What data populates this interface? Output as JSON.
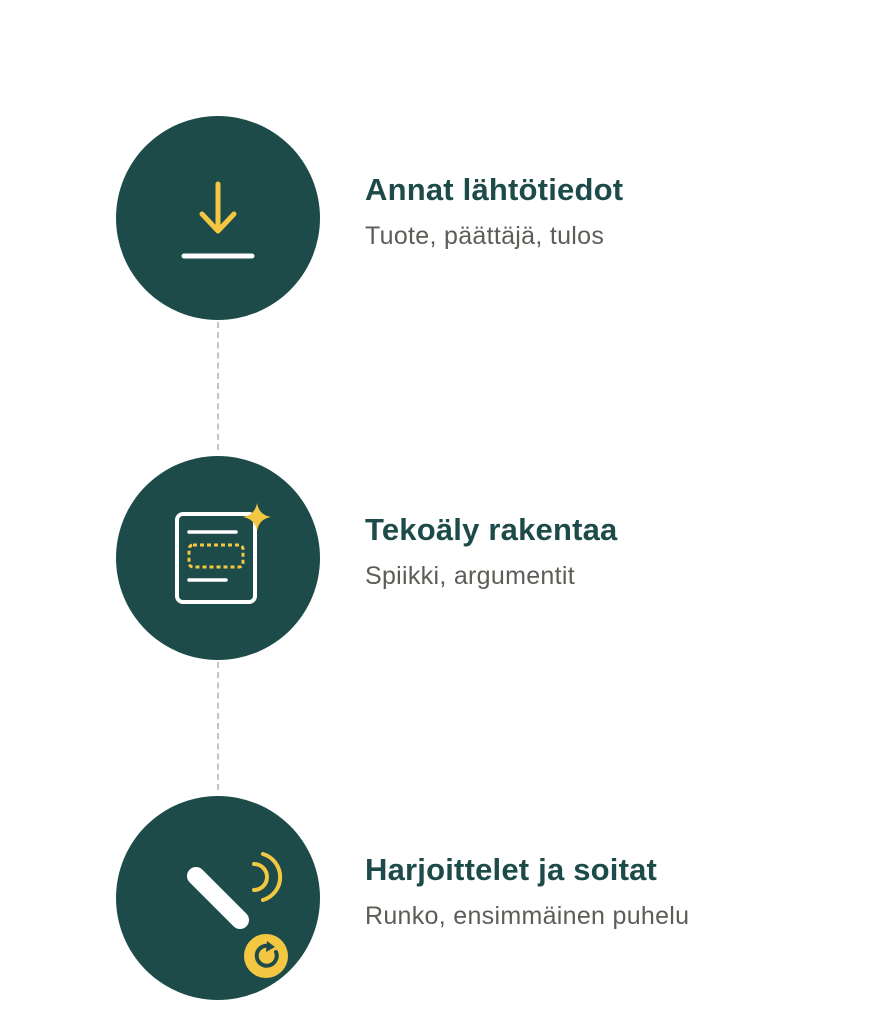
{
  "colors": {
    "circle_fill": "#1d4b49",
    "accent": "#f4c742",
    "icon_line": "#ffffff",
    "title_text": "#1d4b49",
    "subtitle_text": "#5e5c57",
    "connector": "#c4c4c4"
  },
  "steps": [
    {
      "icon": "download-icon",
      "title": "Annat lähtötiedot",
      "subtitle": "Tuote, päättäjä, tulos"
    },
    {
      "icon": "ai-document-icon",
      "title": "Tekoäly rakentaa",
      "subtitle": "Spiikki, argumentit"
    },
    {
      "icon": "phone-call-icon",
      "title": "Harjoittelet ja soitat",
      "subtitle": "Runko, ensimmäinen puhelu"
    }
  ]
}
